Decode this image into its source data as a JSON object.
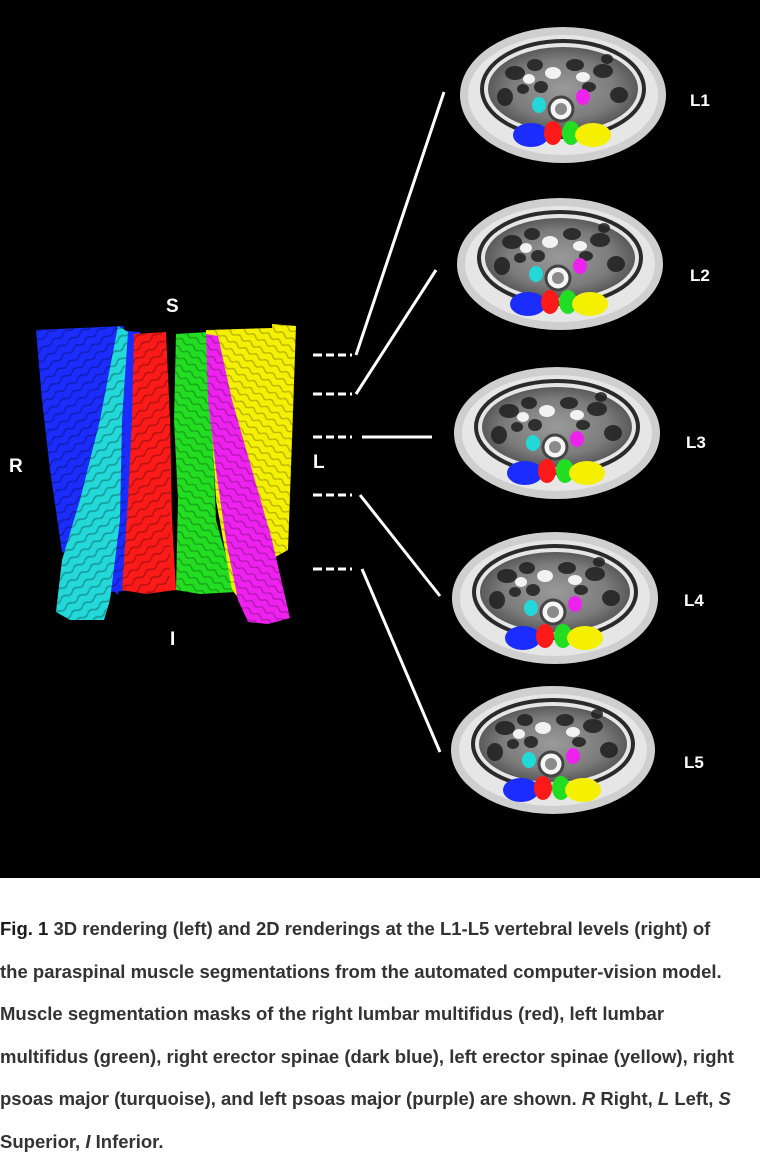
{
  "figure": {
    "orientation": {
      "superior": "S",
      "inferior": "I",
      "right": "R",
      "left": "L"
    },
    "levels": [
      "L1",
      "L2",
      "L3",
      "L4",
      "L5"
    ],
    "colors": {
      "right_multifidus": "#ff1a1a",
      "left_multifidus": "#22dd22",
      "right_erector_spinae": "#1a2cff",
      "left_erector_spinae": "#f5f000",
      "right_psoas": "#22d8d8",
      "left_psoas": "#ee22ee"
    }
  },
  "caption": {
    "label": "Fig. 1",
    "text": "3D rendering (left) and 2D renderings at the L1-L5 vertebral levels (right) of the paraspinal muscle segmentations from the automated computer-vision model. Muscle segmentation masks of the right lumbar multifidus (red), left lumbar multifidus (green), right erector spinae (dark blue), left erector spinae (yellow), right psoas major (turquoise), and left psoas major (purple) are shown.",
    "abbrev": [
      {
        "k": "R",
        "v": "Right,"
      },
      {
        "k": "L",
        "v": "Left,"
      },
      {
        "k": "S",
        "v": "Superior,"
      },
      {
        "k": "I",
        "v": "Inferior."
      }
    ]
  }
}
